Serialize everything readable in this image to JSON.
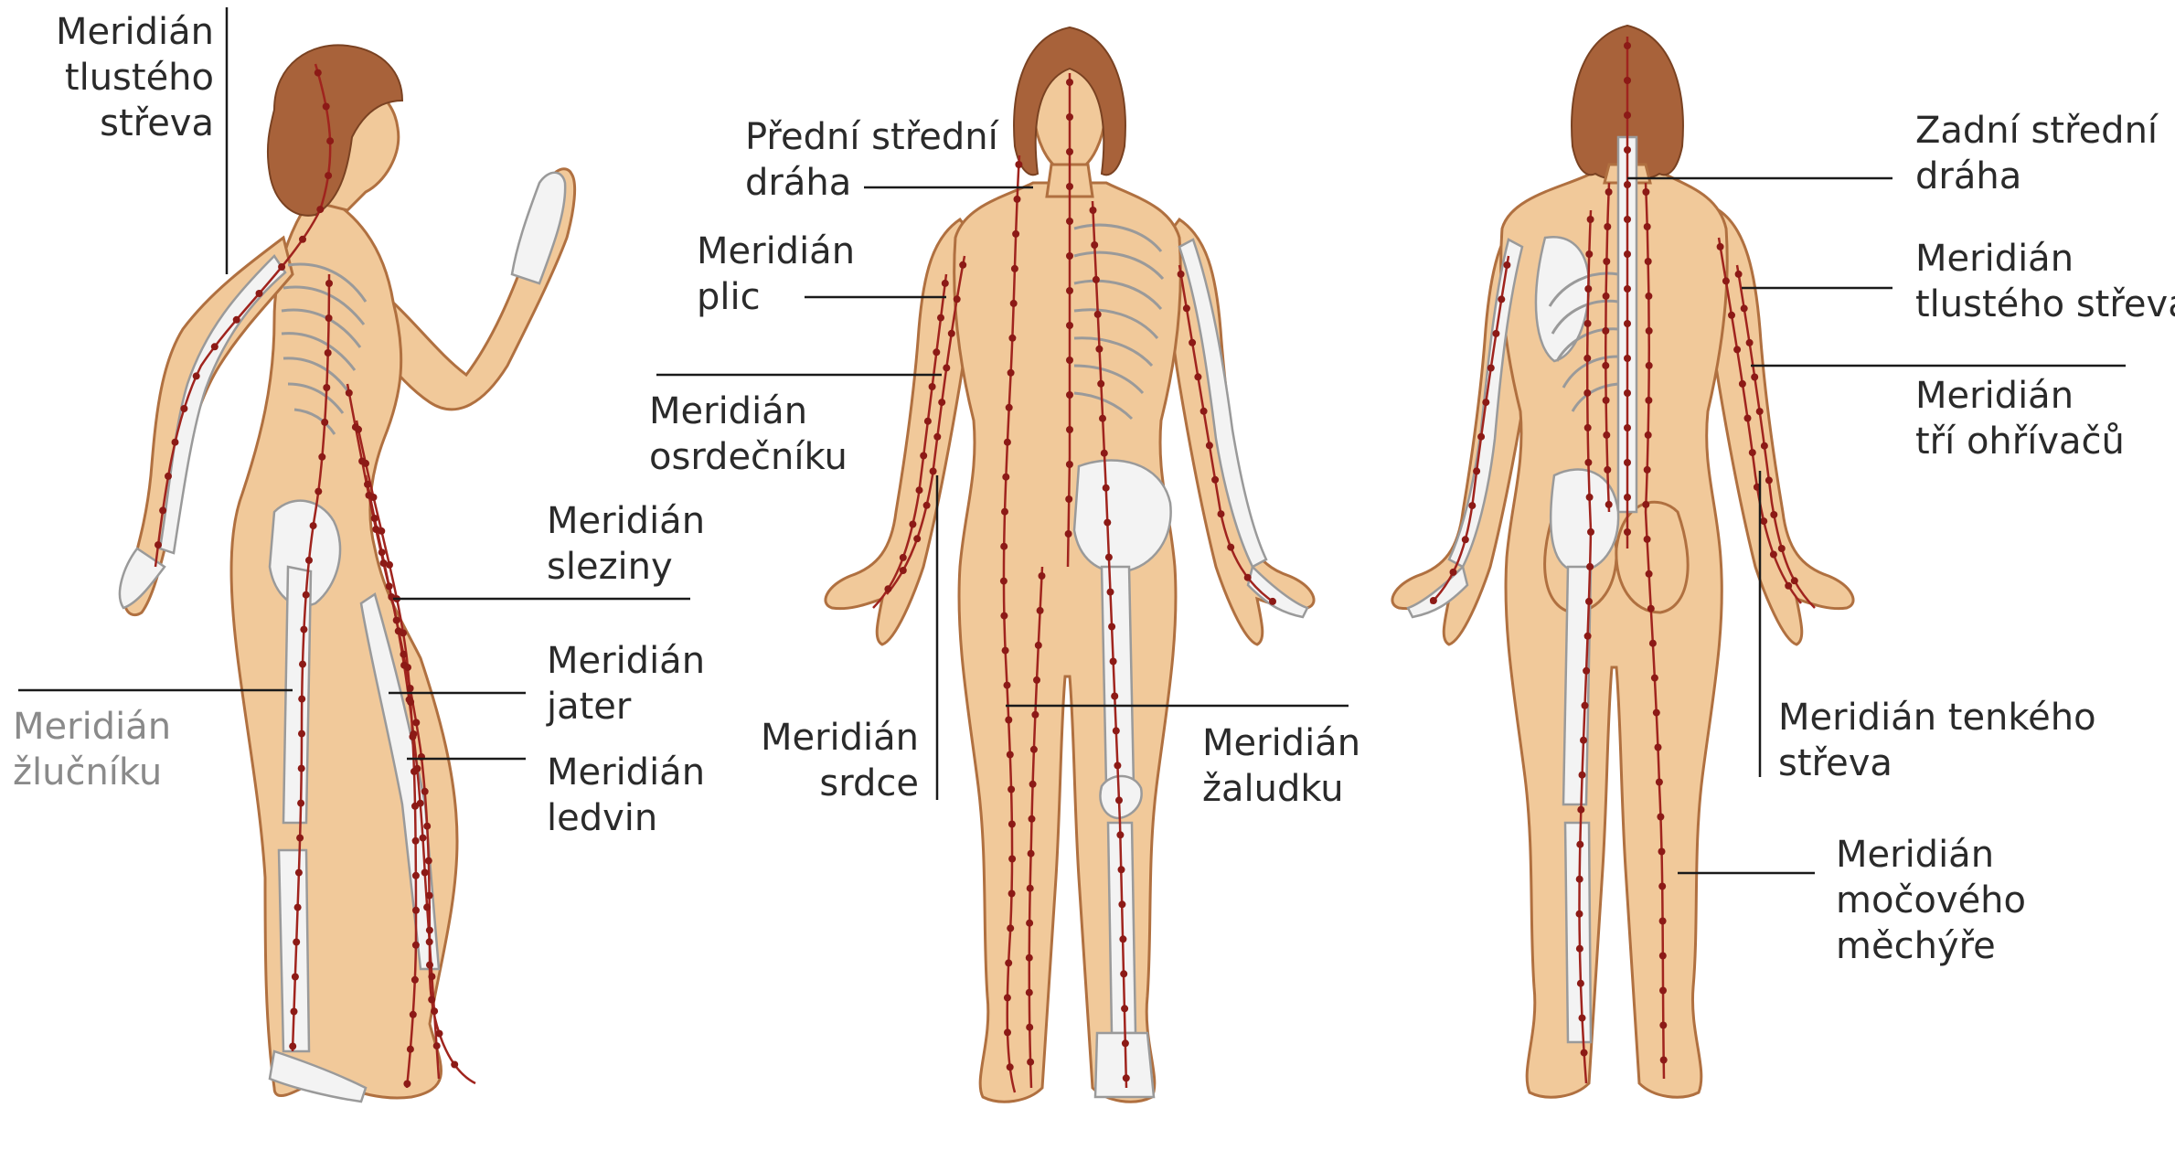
{
  "figure_title": "",
  "colors": {
    "skin": "#f1c99a",
    "skin_outline": "#b07040",
    "hair": "#a8623a",
    "bone": "#f3f3f3",
    "bone_outline": "#9a9a9a",
    "meridian": "#a0241e",
    "point": "#8c1a16",
    "leader": "#1a1a1a",
    "background": "#ffffff"
  },
  "figures": [
    "side-view",
    "front-view",
    "back-view"
  ],
  "labels": {
    "side_large_intestine": [
      "Meridián",
      "tlustého",
      "střeva"
    ],
    "side_spleen": [
      "Meridián",
      "sleziny"
    ],
    "side_liver": [
      "Meridián",
      "jater"
    ],
    "side_kidney": [
      "Meridián",
      "ledvin"
    ],
    "side_gallbladder": [
      "Meridián",
      "žlučníku"
    ],
    "front_conception": [
      "Přední střední",
      "dráha"
    ],
    "front_lung": [
      "Meridián",
      "plic"
    ],
    "front_pericardium": [
      "Meridián",
      "osrdečníku"
    ],
    "front_heart": [
      "Meridián",
      "srdce"
    ],
    "front_stomach": [
      "Meridián",
      "žaludku"
    ],
    "back_governing": [
      "Zadní střední",
      "dráha"
    ],
    "back_large_intestine": [
      "Meridián",
      "tlustého střeva"
    ],
    "back_triple_heater": [
      "Meridián",
      "tří ohřívačů"
    ],
    "back_small_intestine": [
      "Meridián tenkého",
      "střeva"
    ],
    "back_bladder": [
      "Meridián",
      "močového",
      "měchýře"
    ]
  }
}
